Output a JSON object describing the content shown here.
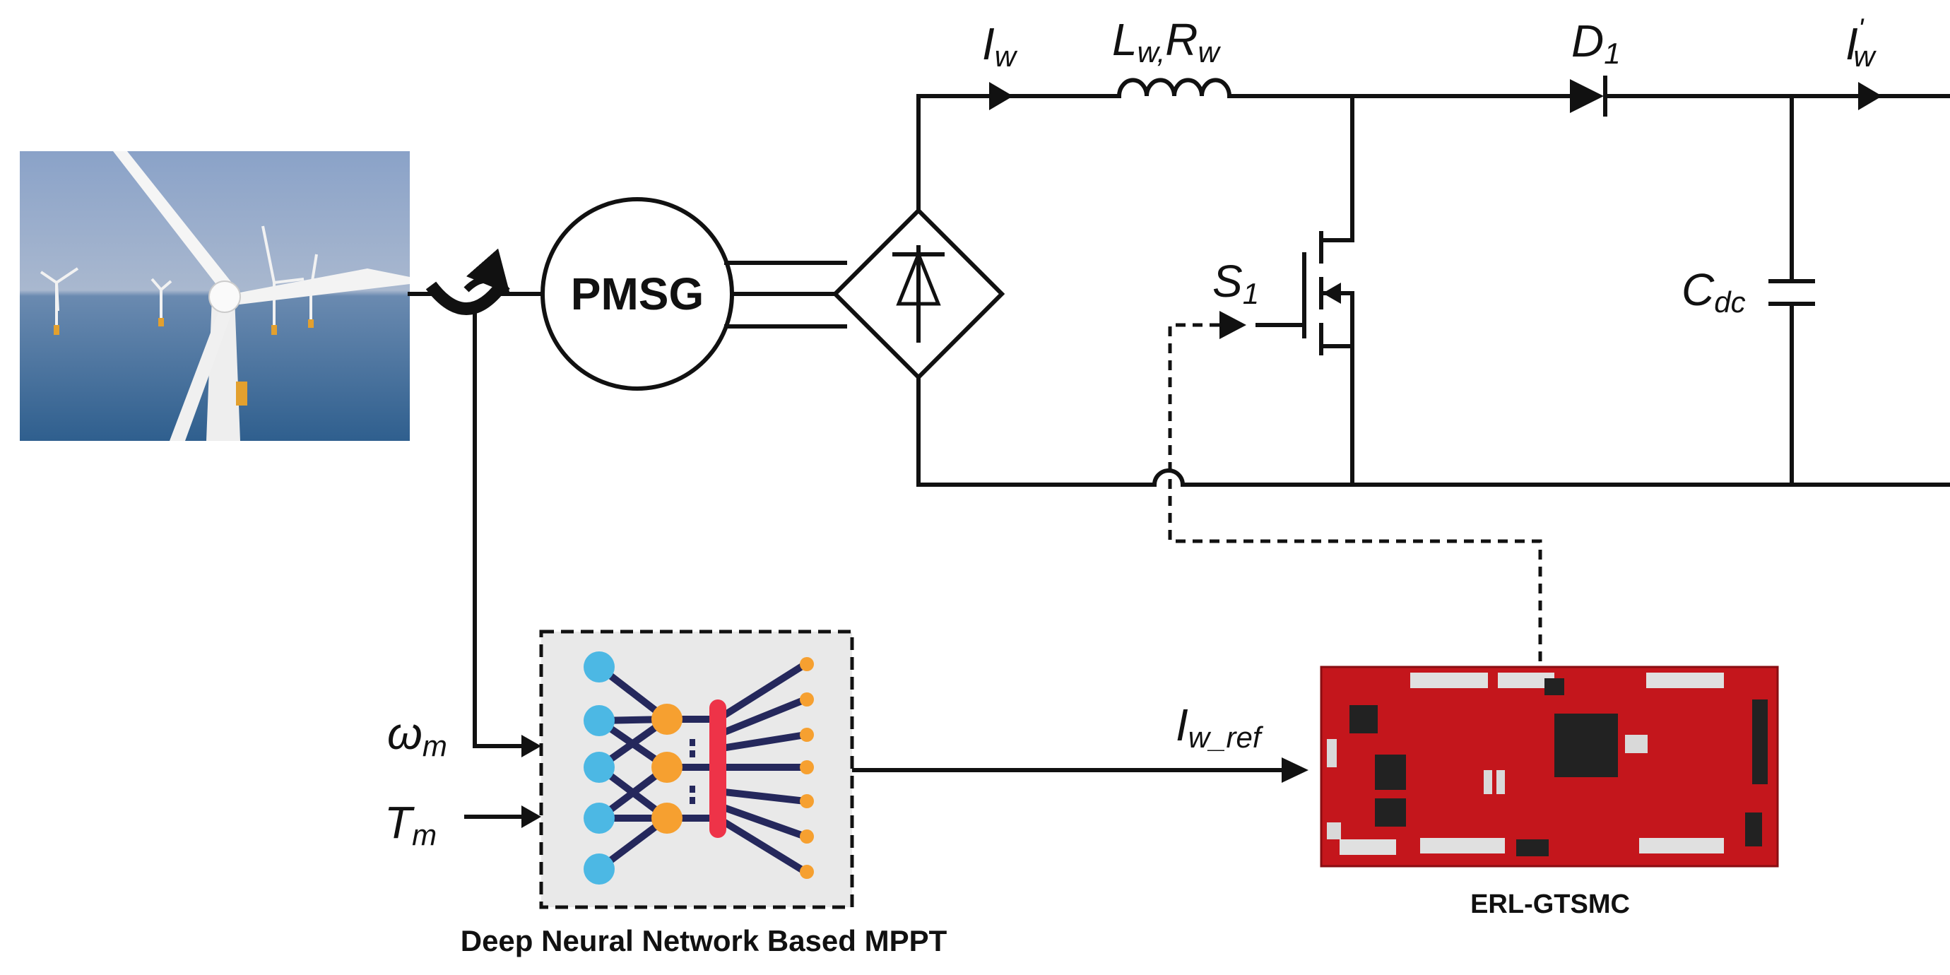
{
  "labels": {
    "current_in": "I",
    "current_in_sub": "w",
    "inductor": "L",
    "inductor_sub": "w,",
    "inductor_r": "R",
    "inductor_r_sub": "w",
    "diode": "D",
    "diode_sub": "1",
    "current_out": "I",
    "current_out_sup": "'",
    "current_out_sub": "w",
    "switch": "S",
    "switch_sub": "1",
    "capacitor": "C",
    "capacitor_sub": "dc",
    "generator": "PMSG",
    "omega": "ω",
    "omega_sub": "m",
    "torque": "T",
    "torque_sub": "m",
    "ref_current": "I",
    "ref_current_sub": "w_ref",
    "mppt_caption": "Deep Neural Network Based MPPT",
    "controller_caption": "ERL-GTSMC"
  },
  "colors": {
    "wire": "#111111",
    "nn_input_node": "#4cb8e4",
    "nn_hidden_node": "#f6a030",
    "nn_output_node": "#f6a030",
    "nn_link": "#25285c",
    "nn_bar": "#ee3348",
    "nn_box_bg": "#e9e9e9",
    "board": "#c4161c",
    "sky": "#7f9bc0",
    "sea": "#3d6c9a"
  },
  "icons": {
    "wind_turbine_photo": "wind-turbine-photo",
    "rectifier": "rectifier-icon",
    "mosfet": "mosfet-icon",
    "dev_board": "launchpad-board-photo"
  }
}
